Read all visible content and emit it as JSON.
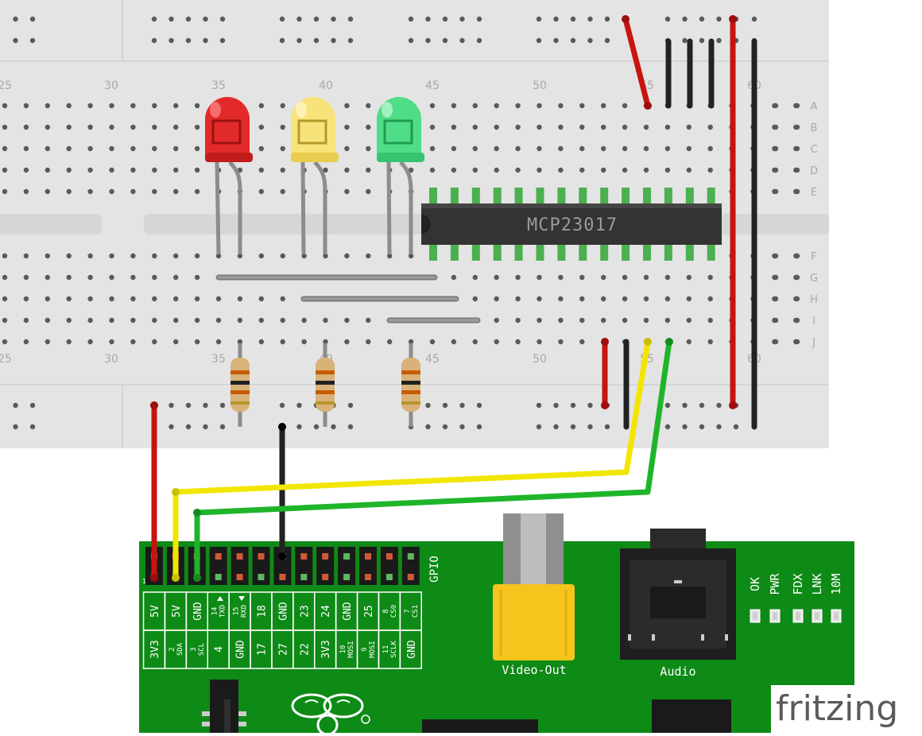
{
  "breadboard": {
    "column_numbers": [
      "25",
      "30",
      "35",
      "40",
      "45",
      "50",
      "55",
      "60"
    ],
    "row_letters_top": [
      "A",
      "B",
      "C",
      "D",
      "E"
    ],
    "row_letters_bottom": [
      "F",
      "G",
      "H",
      "I",
      "J"
    ]
  },
  "chip": {
    "label": "MCP23017"
  },
  "leds": [
    {
      "color": "red"
    },
    {
      "color": "yellow"
    },
    {
      "color": "green"
    }
  ],
  "pi": {
    "header_label": "GPIO",
    "pin1_marker": "1",
    "pin_labels_top": [
      {
        "main": "5V"
      },
      {
        "main": "5V"
      },
      {
        "main": "GND"
      },
      {
        "num": "14",
        "sub": "TXD"
      },
      {
        "num": "15",
        "sub": "RXD"
      },
      {
        "main": "18"
      },
      {
        "main": "GND"
      },
      {
        "main": "23"
      },
      {
        "main": "24"
      },
      {
        "main": "GND"
      },
      {
        "main": "25"
      },
      {
        "num": "8",
        "sub": "CS0"
      },
      {
        "num": "7",
        "sub": "CS1"
      }
    ],
    "pin_labels_bottom": [
      {
        "main": "3V3"
      },
      {
        "num": "2",
        "sub": "SDA"
      },
      {
        "num": "3",
        "sub": "SCL"
      },
      {
        "main": "4"
      },
      {
        "main": "GND"
      },
      {
        "main": "17"
      },
      {
        "main": "27"
      },
      {
        "main": "22"
      },
      {
        "main": "3V3"
      },
      {
        "num": "10",
        "sub": "MOSI"
      },
      {
        "num": "9",
        "sub": "MOSI"
      },
      {
        "num": "11",
        "sub": "SCLK"
      },
      {
        "main": "GND"
      }
    ],
    "video_label": "Video-Out",
    "audio_label": "Audio",
    "status_leds": [
      "OK",
      "PWR",
      "FDX",
      "LNK",
      "10M"
    ]
  },
  "brand": "fritzing",
  "colors": {
    "breadboard": "#e4e4e4",
    "hole": "#5a5a5a",
    "pi_board": "#0e8a16",
    "wire_red": "#c8140f",
    "wire_black": "#222222",
    "wire_yellow": "#f2e600",
    "wire_green": "#1fb52b",
    "wire_gray": "#8c8c8c",
    "chip": "#333333",
    "video_jack": "#f6c51d"
  }
}
